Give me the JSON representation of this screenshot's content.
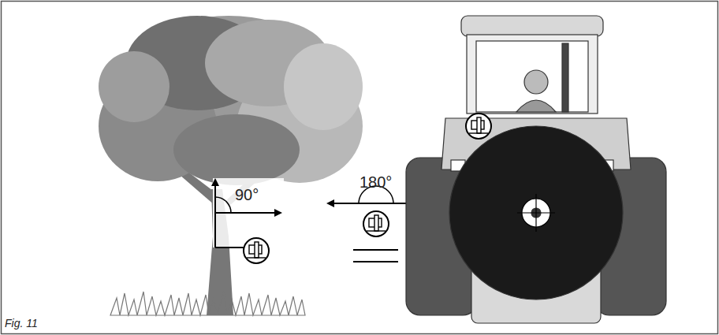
{
  "diagram": {
    "caption": "Fig. 11",
    "labels": [
      "90°",
      "180°"
    ]
  }
}
